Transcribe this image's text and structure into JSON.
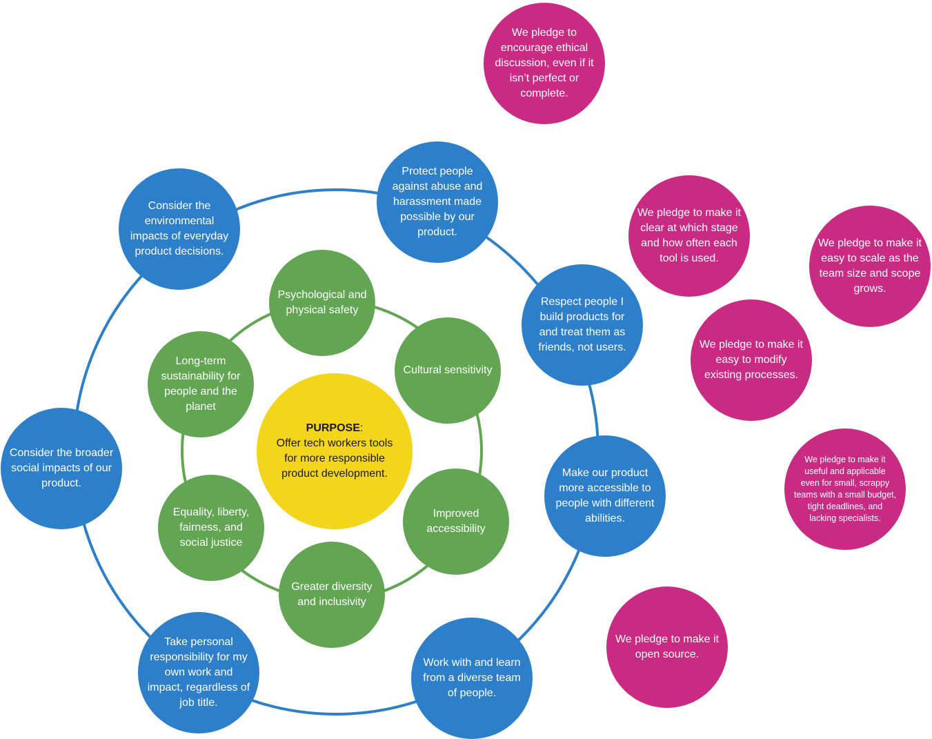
{
  "colors": {
    "outer_ring": "#2e7fc9",
    "inner_ring": "#62a552",
    "blue_bubble": "#2e7fc9",
    "green_bubble": "#62a552",
    "magenta_bubble": "#c92b83",
    "center_bubble": "#f3d51d"
  },
  "center": {
    "title": "PURPOSE",
    "colon": ":",
    "text": "Offer tech workers tools for more responsible product development."
  },
  "values": {
    "psychological": "Psychological and physical safety",
    "cultural": "Cultural sensitivity",
    "accessibility": "Improved accessibility",
    "diversity": "Greater diversity and inclusivity",
    "equality": "Equality, liberty, fairness, and social justice",
    "sustainability": "Long-term sustainability for people and the planet"
  },
  "commitments": {
    "protect": "Protect people against abuse and harassment made possible by our product.",
    "respect": "Respect people I build products for and treat them as friends, not users.",
    "accessible": "Make our product more accessible to people with different abilities.",
    "diverse_team": "Work with and learn from a diverse team of people.",
    "responsibility": "Take personal responsibility for my own work and impact, regardless of job title.",
    "social": "Consider the broader social impacts of our product.",
    "environmental": "Consider the environmental impacts of everyday product decisions."
  },
  "pledges": {
    "ethical": "We pledge to encourage ethical discussion, even if it isn’t perfect or complete.",
    "clear_stage": "We pledge to make it clear at which stage and how often each tool is used.",
    "scale": "We pledge to make it easy to scale as the team size and scope grows.",
    "modify": "We pledge to make it easy to modify existing processes.",
    "small_teams": "We pledge to make it useful and applicable even for small, scrappy teams with a small budget, tight deadlines, and lacking specialists.",
    "open_source": "We pledge to make it open source."
  }
}
